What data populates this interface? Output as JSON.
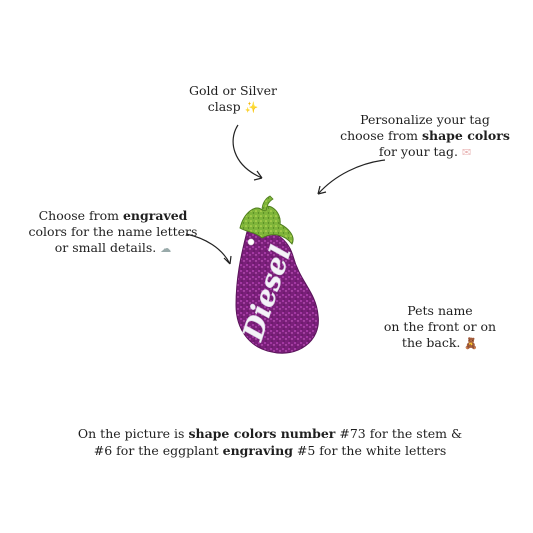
{
  "annotations": {
    "clasp": {
      "line1": "Gold or Silver",
      "line2": "clasp",
      "icon": "sparkles-icon"
    },
    "personalize": {
      "line1": "Personalize your tag",
      "line2_pre": "choose from ",
      "line2_bold": "shape colors",
      "line3": "for your tag.",
      "icon": "envelope-icon"
    },
    "engraved": {
      "line1_pre": "Choose from ",
      "line1_bold": "engraved",
      "line2": "colors for the name letters",
      "line3": "or small details.",
      "icon": "cloud-icon"
    },
    "pets": {
      "line1": "Pets name",
      "line2": "on the front or on",
      "line3": "the back.",
      "icon": "teddy-bear-icon"
    }
  },
  "tag": {
    "name": "Diesel",
    "colors": {
      "stem": "#7fb53a",
      "eggplant": "#7a1f7a",
      "letters": "#f4f2f8"
    }
  },
  "caption": {
    "line1_pre": "On the picture is ",
    "line1_bold": "shape colors number",
    "line1_post": " #73 for the stem &",
    "line2_pre": "#6 for the eggplant ",
    "line2_bold": "engraving",
    "line2_post": " #5 for the white letters"
  }
}
